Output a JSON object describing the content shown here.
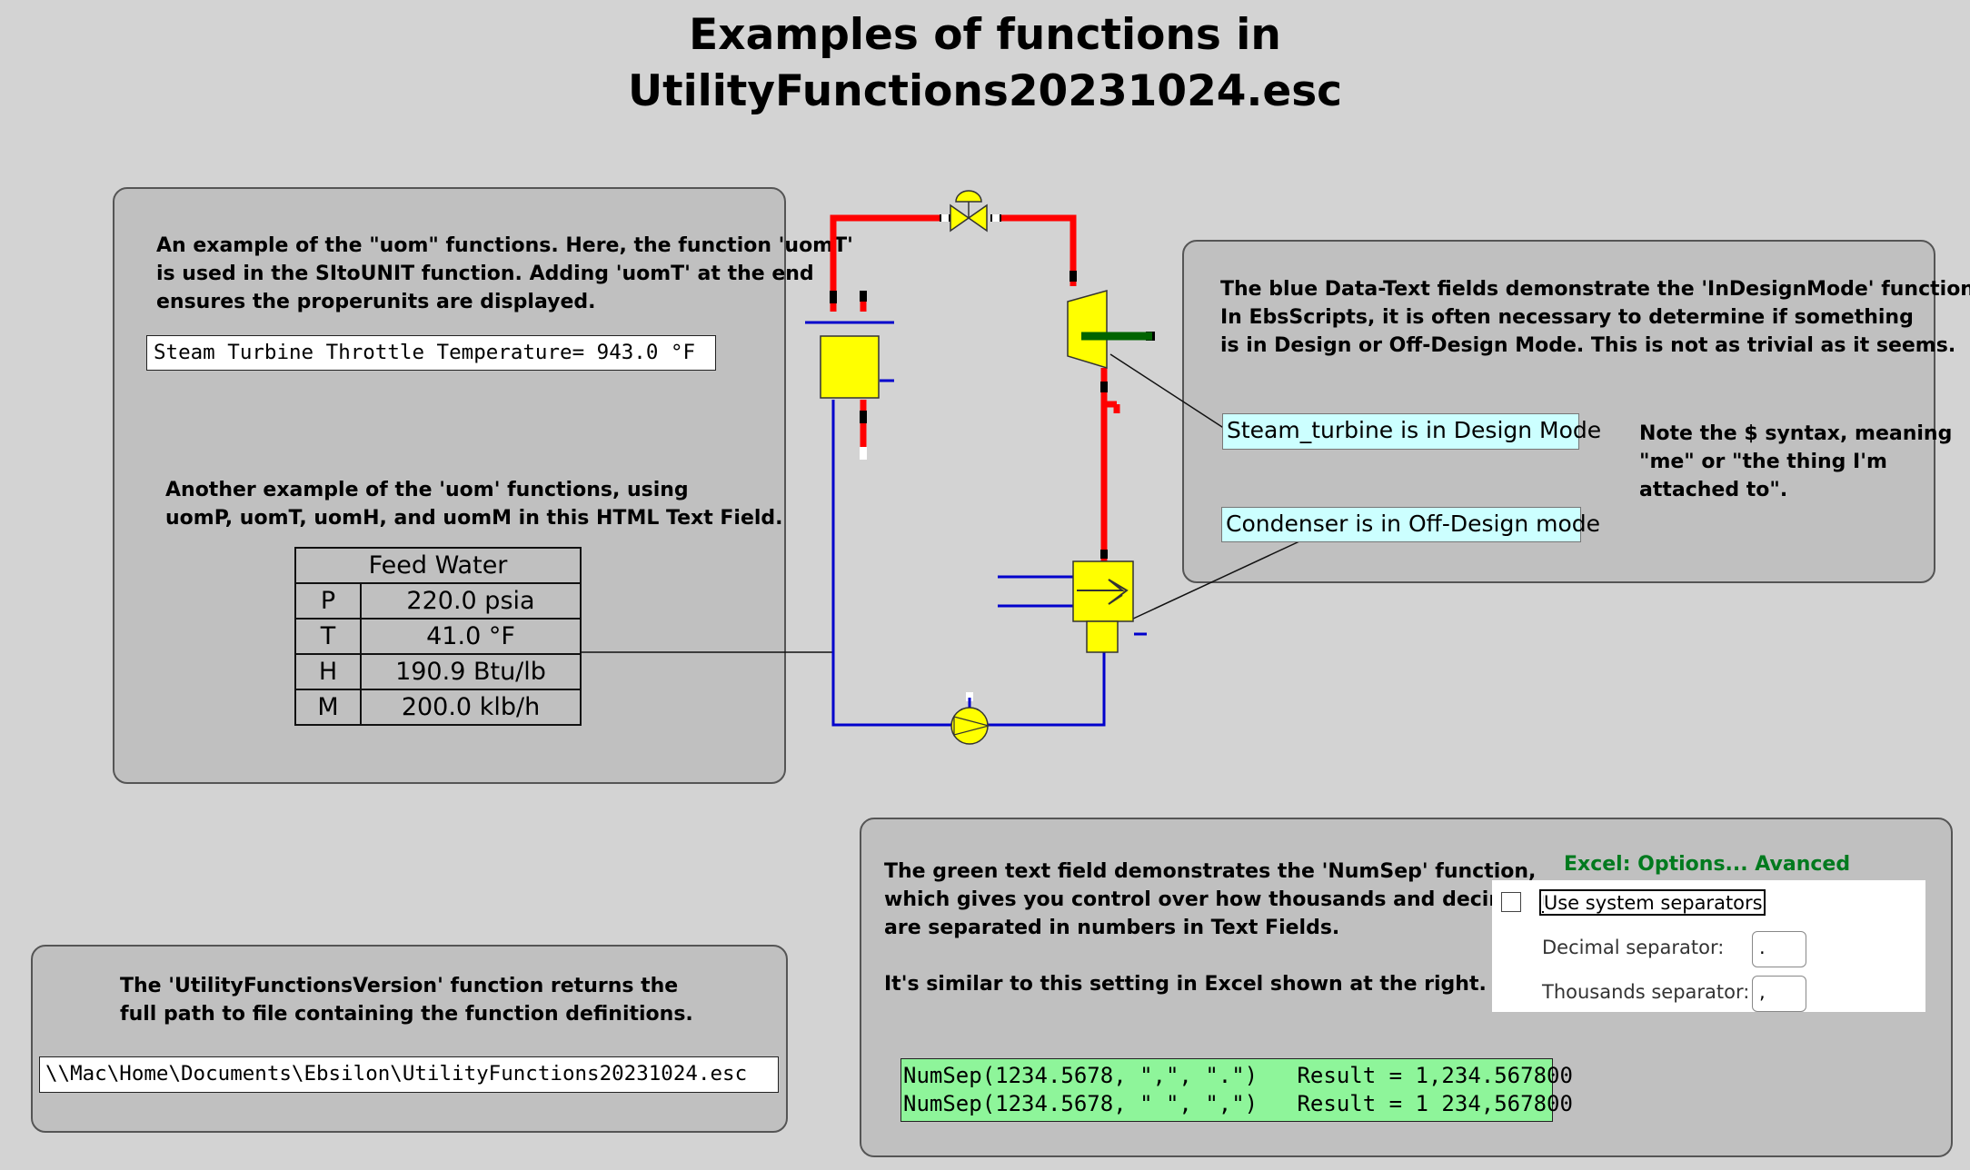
{
  "title": {
    "line1": "Examples of functions in",
    "line2": "UtilityFunctions20231024.esc"
  },
  "uom_panel": {
    "text1_line1": "An example of the \"uom\" functions. Here, the function 'uomT'",
    "text1_line2": "is used in the SItoUNIT function. Adding 'uomT' at the end",
    "text1_line3": "ensures the properunits are displayed.",
    "throttle_field": "Steam Turbine Throttle Temperature= 943.0 °F",
    "text2_line1": "Another example of the 'uom' functions, using",
    "text2_line2": "uomP, uomT, uomH, and uomM in this HTML Text Field.",
    "feed_water": {
      "header": "Feed Water",
      "rows": [
        {
          "label": "P",
          "value": "220.0 psia"
        },
        {
          "label": "T",
          "value": "41.0 °F"
        },
        {
          "label": "H",
          "value": "190.9 Btu/lb"
        },
        {
          "label": "M",
          "value": "200.0 klb/h"
        }
      ]
    }
  },
  "design_panel": {
    "line1": "The blue Data-Text fields demonstrate the 'InDesignMode' function.",
    "line2": "In EbsScripts, it is often necessary to determine if something",
    "line3": "is in Design or Off-Design Mode. This is not as trivial as it seems.",
    "turbine_field": "Steam_turbine is in Design Mode",
    "condenser_field": "Condenser is in Off-Design mode",
    "note_line1": "Note the $ syntax, meaning",
    "note_line2": "\"me\" or \"the thing I'm",
    "note_line3": "attached to\"."
  },
  "version_panel": {
    "line1": "The 'UtilityFunctionsVersion' function returns the",
    "line2": "full path to file containing the function definitions.",
    "path_field": "\\\\Mac\\Home\\Documents\\Ebsilon\\UtilityFunctions20231024.esc"
  },
  "numsep_panel": {
    "line1": "The green text field demonstrates the 'NumSep' function,",
    "line2": "which gives you control over how thousands and decimals",
    "line3": "are separated in numbers in Text Fields.",
    "line4": "It's similar to this setting in Excel shown at the right.",
    "excel_caption": "Excel:  Options... Avanced",
    "use_system_separators": "Use system separators",
    "decimal_separator_label": "Decimal separator:",
    "decimal_separator_value": ".",
    "thousands_separator_label": "Thousands separator:",
    "thousands_separator_value": ",",
    "result_line1": "NumSep(1234.5678, \",\", \".\")   Result = 1,234.567800",
    "result_line2": "NumSep(1234.5678, \" \", \",\")   Result = 1 234,567800"
  },
  "colors": {
    "background": "#d3d3d3",
    "panel": "#c0c0c0",
    "steam_line": "#ff0000",
    "water_line": "#0000cc",
    "component": "#ffff00",
    "design_field": "#ccffff",
    "numsep_field": "#8ef59a",
    "excel_caption": "#007a1e"
  }
}
